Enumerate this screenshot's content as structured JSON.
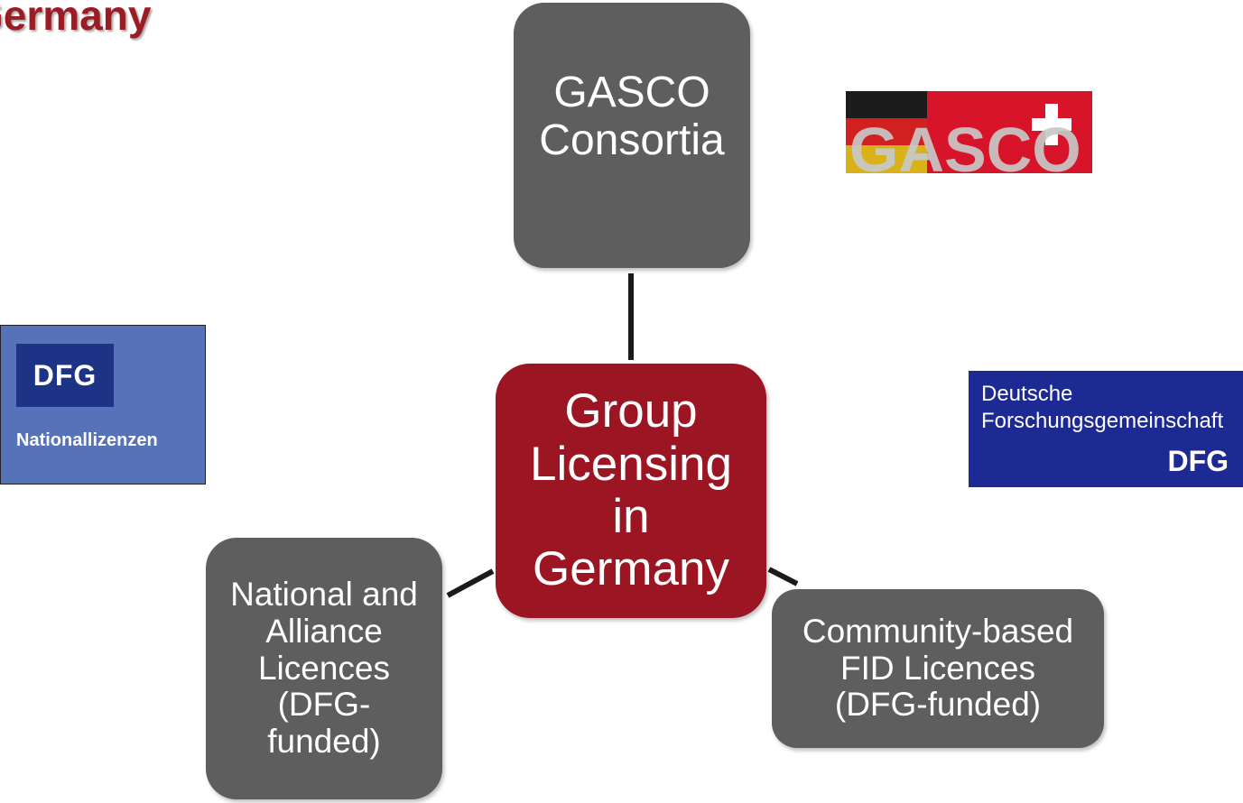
{
  "title": "Germany",
  "nodes": {
    "top": [
      "GASCO",
      "Consortia"
    ],
    "center": [
      "Group",
      "Licensing",
      "in",
      "Germany"
    ],
    "left": [
      "National and",
      "Alliance",
      "Licences",
      "(DFG-",
      "funded)"
    ],
    "right": [
      "Community-based",
      "FID Licences",
      "(DFG-funded)"
    ]
  },
  "logos": {
    "gasco": "GASCO",
    "dfg_nationallizenzen": {
      "mark": "DFG",
      "label": "Nationallizenzen"
    },
    "dfg": {
      "line1": "Deutsche",
      "line2": "Forschungsgemeinschaft",
      "mark": "DFG"
    }
  },
  "colors": {
    "node_gray": "#5e5e5e",
    "node_red": "#9b1622",
    "title_red": "#9b1c24",
    "dfg_blue": "#1e2a94"
  }
}
